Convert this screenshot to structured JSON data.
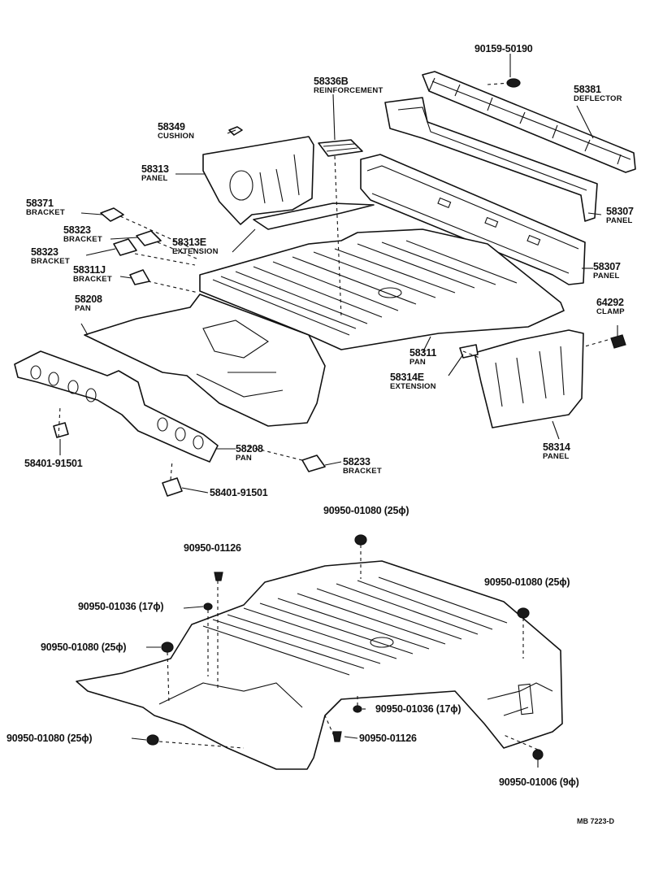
{
  "labels": {
    "p90159": {
      "number": "90159-50190"
    },
    "p58381": {
      "number": "58381",
      "name": "DEFLECTOR"
    },
    "p58336B": {
      "number": "58336B",
      "name": "REINFORCEMENT"
    },
    "p58349": {
      "number": "58349",
      "name": "CUSHION"
    },
    "p58313": {
      "number": "58313",
      "name": "PANEL"
    },
    "p58307a": {
      "number": "58307",
      "name": "PANEL"
    },
    "p58307b": {
      "number": "58307",
      "name": "PANEL"
    },
    "p58371": {
      "number": "58371",
      "name": "BRACKET"
    },
    "p58323a": {
      "number": "58323",
      "name": "BRACKET"
    },
    "p58323b": {
      "number": "58323",
      "name": "BRACKET"
    },
    "p58313E": {
      "number": "58313E",
      "name": "EXTENSION"
    },
    "p58311J": {
      "number": "58311J",
      "name": "BRACKET"
    },
    "p64292": {
      "number": "64292",
      "name": "CLAMP"
    },
    "p58208a": {
      "number": "58208",
      "name": "PAN"
    },
    "p58311": {
      "number": "58311",
      "name": "PAN"
    },
    "p58314E": {
      "number": "58314E",
      "name": "EXTENSION"
    },
    "p58401a": {
      "number": "58401-91501"
    },
    "p58208b": {
      "number": "58208",
      "name": "PAN"
    },
    "p58233": {
      "number": "58233",
      "name": "BRACKET"
    },
    "p58314": {
      "number": "58314",
      "name": "PANEL"
    },
    "p58401b": {
      "number": "58401-91501"
    },
    "g1": {
      "number": "90950-01080 (25ϕ)"
    },
    "g2": {
      "number": "90950-01126"
    },
    "g3": {
      "number": "90950-01080 (25ϕ)"
    },
    "g4": {
      "number": "90950-01036 (17ϕ)"
    },
    "g5": {
      "number": "90950-01080 (25ϕ)"
    },
    "g6": {
      "number": "90950-01036 (17ϕ)"
    },
    "g7": {
      "number": "90950-01080 (25ϕ)"
    },
    "g8": {
      "number": "90950-01126"
    },
    "g9": {
      "number": "90950-01006 (9ϕ)"
    }
  },
  "reference": "MB 7223-D"
}
